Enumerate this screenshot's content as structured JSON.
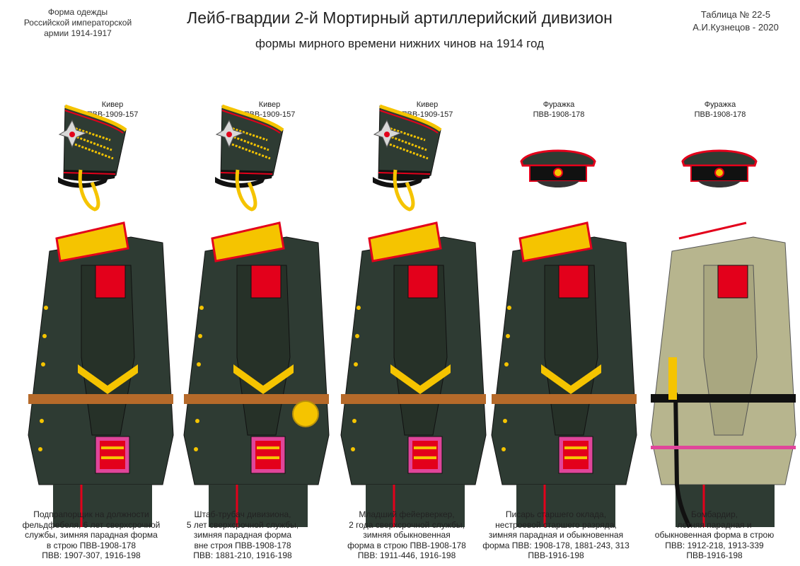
{
  "header": {
    "left_lines": [
      "Форма одежды",
      "Российской императорской",
      "армии  1914-1917"
    ],
    "title": "Лейб-гвардии 2-й Мортирный артиллерийский дивизион",
    "subtitle": "формы мирного времени нижних чинов  на 1914 год",
    "right_lines": [
      "Таблица № 22-5",
      "А.И.Кузнецов - 2020"
    ]
  },
  "colors": {
    "tunic_dark_green": "#2e3b33",
    "summer_tunic_khaki": "#b7b58e",
    "collar_red": "#e3001b",
    "gold_braid": "#f5c400",
    "pouch_pink": "#e0459a",
    "belt_brown": "#b66a2a",
    "black": "#111111"
  },
  "figures": [
    {
      "headwear": "Кивер",
      "headwear_code": "ПВВ-1909-157",
      "caption": [
        "Подпрапорщик на должности",
        "фельдфебеля, 6 лет сверхсрочной",
        "службы, зимняя парадная форма",
        "в строю  ПВВ-1908-178",
        "ПВВ: 1907-307, 1916-198"
      ]
    },
    {
      "headwear": "Кивер",
      "headwear_code": "ПВВ-1909-157",
      "caption": [
        "Штаб-трубач дивизиона,",
        "5 лет сверхсрочной службы,",
        "зимняя парадная форма",
        "вне строя  ПВВ-1908-178",
        "ПВВ:  1881-210, 1916-198"
      ]
    },
    {
      "headwear": "Кивер",
      "headwear_code": "ПВВ-1909-157",
      "caption": [
        "Младший фейерверкер,",
        "2 года сверхсрочной службы,",
        "зимняя  обыкновенная",
        "форма в строю ПВВ-1908-178",
        "ПВВ: 1911-446, 1916-198"
      ]
    },
    {
      "headwear": "Фуражка",
      "headwear_code": "ПВВ-1908-178",
      "caption": [
        "Писарь старшего оклада,",
        "нестроевой старшего разряда,",
        "зимняя парадная и обыкновенная",
        "форма ПВВ: 1908-178, 1881-243, 313",
        "ПВВ-1916-198"
      ]
    },
    {
      "headwear": "Фуражка",
      "headwear_code": "ПВВ-1908-178",
      "caption": [
        "Бомбардир,",
        "летняя парадная и",
        "обыкновенная форма в строю",
        "ПВВ: 1912-218, 1913-339",
        "ПВВ-1916-198"
      ]
    }
  ]
}
